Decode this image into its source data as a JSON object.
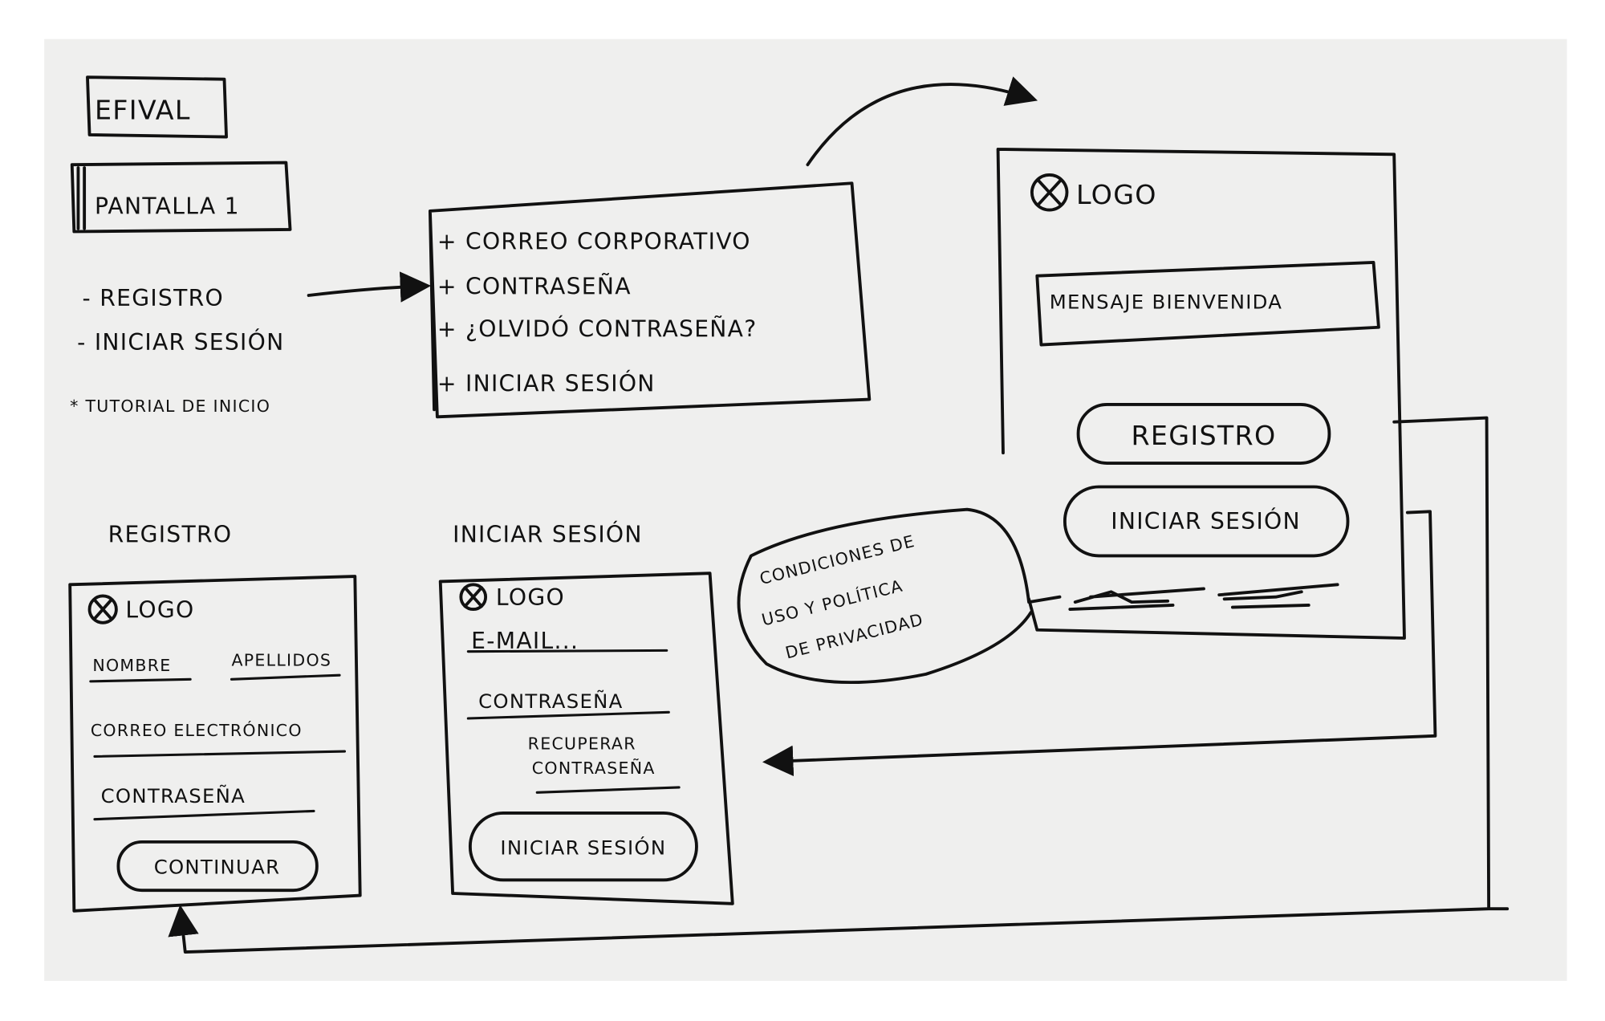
{
  "title": "EFIVAL",
  "screen_label": "PANTALLA 1",
  "options": [
    "- REGISTRO",
    "- INICIAR SESIÓN"
  ],
  "note": "* TUTORIAL DE INICIO",
  "login_fields": [
    "+ CORREO CORPORATIVO",
    "+ CONTRASEÑA",
    "+ ¿OLVIDÓ CONTRASEÑA?",
    "+ INICIAR SESIÓN"
  ],
  "welcome_screen": {
    "logo": "LOGO",
    "message": "MENSAJE BIENVENIDA",
    "register_button": "REGISTRO",
    "login_button": "INICIAR SESIÓN"
  },
  "bubble": [
    "CONDICIONES DE",
    "USO Y POLÍTICA",
    "DE PRIVACIDAD"
  ],
  "register_screen": {
    "heading": "REGISTRO",
    "logo": "LOGO",
    "first_name": "NOMBRE",
    "last_name": "APELLIDOS",
    "email": "CORREO ELECTRÓNICO",
    "password": "CONTRASEÑA",
    "continue_button": "CONTINUAR"
  },
  "login_screen": {
    "heading": "INICIAR SESIÓN",
    "logo": "LOGO",
    "email": "E-MAIL...",
    "password": "CONTRASEÑA",
    "recover_line1": "RECUPERAR",
    "recover_line2": "CONTRASEÑA",
    "login_button": "INICIAR SESIÓN"
  }
}
